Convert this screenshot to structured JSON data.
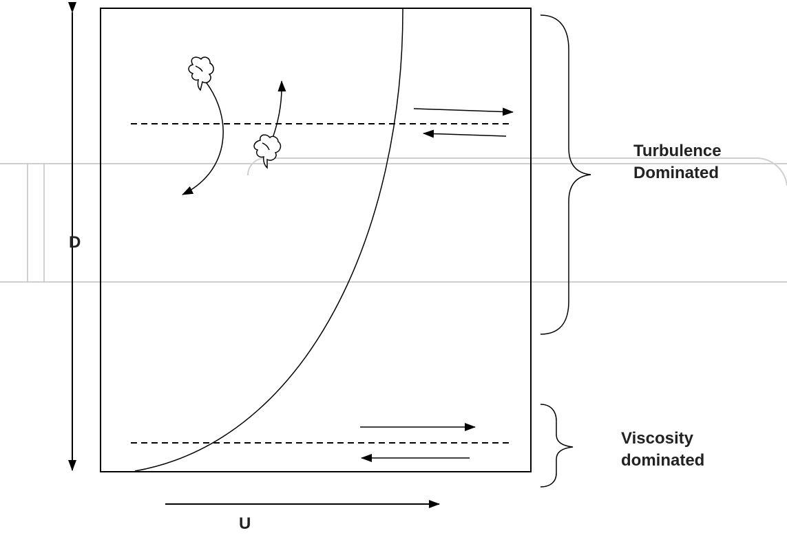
{
  "labels": {
    "depth_axis": "D",
    "velocity_axis": "U",
    "turbulence_region": [
      "Turbulence",
      "Dominated"
    ],
    "viscosity_region": [
      "Viscosity",
      "dominated"
    ]
  },
  "colors": {
    "line": "#000000",
    "watermark": "#cfcfcf",
    "text": "#222222"
  },
  "icons": [
    "eddy-icon",
    "arrow-icon",
    "curly-brace-icon"
  ]
}
